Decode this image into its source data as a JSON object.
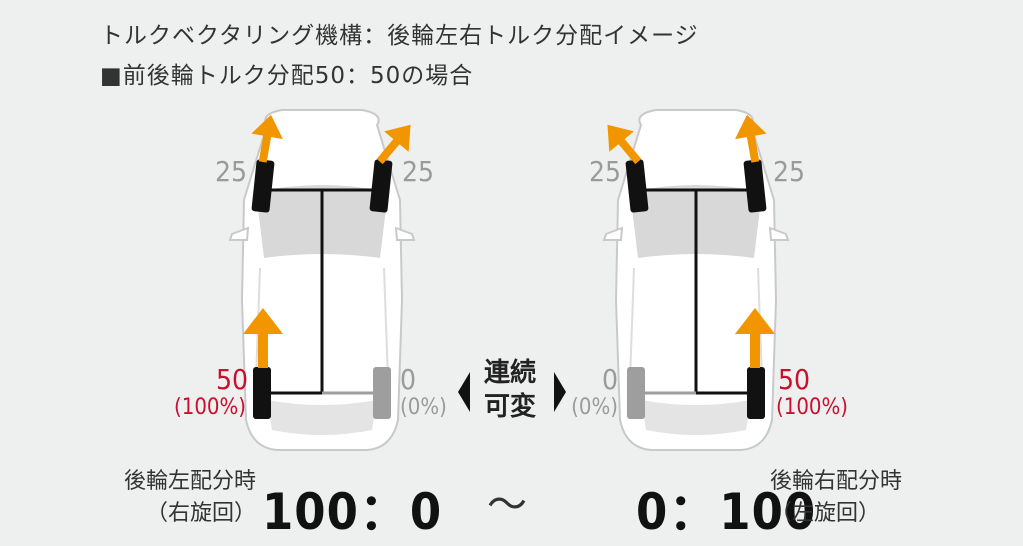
{
  "title": "トルクベクタリング機構：後輪左右トルク分配イメージ",
  "subtitle": "■前後輪トルク分配50：50の場合",
  "left_car": {
    "front_left": "25",
    "front_right": "25",
    "rear_left_value": "50",
    "rear_left_pct": "(100%)",
    "rear_right_value": "0",
    "rear_right_pct": "(0%)"
  },
  "right_car": {
    "front_left": "25",
    "front_right": "25",
    "rear_left_value": "0",
    "rear_left_pct": "(0%)",
    "rear_right_value": "50",
    "rear_right_pct": "(100%)"
  },
  "center": {
    "line1": "連続",
    "line2": "可変",
    "tilde": "～"
  },
  "left_desc": {
    "line1": "後輪左配分時",
    "line2": "（右旋回）",
    "ratio": "100：0"
  },
  "right_desc": {
    "line1": "後輪右配分時",
    "line2": "（左旋回）",
    "ratio": "0：100"
  },
  "colors": {
    "background": "#eef0ef",
    "arrow": "#f29600",
    "active_label": "#c8102e",
    "inactive_label": "#9a9a9a",
    "wheel_active": "#111111",
    "wheel_inactive": "#9e9e9e"
  }
}
